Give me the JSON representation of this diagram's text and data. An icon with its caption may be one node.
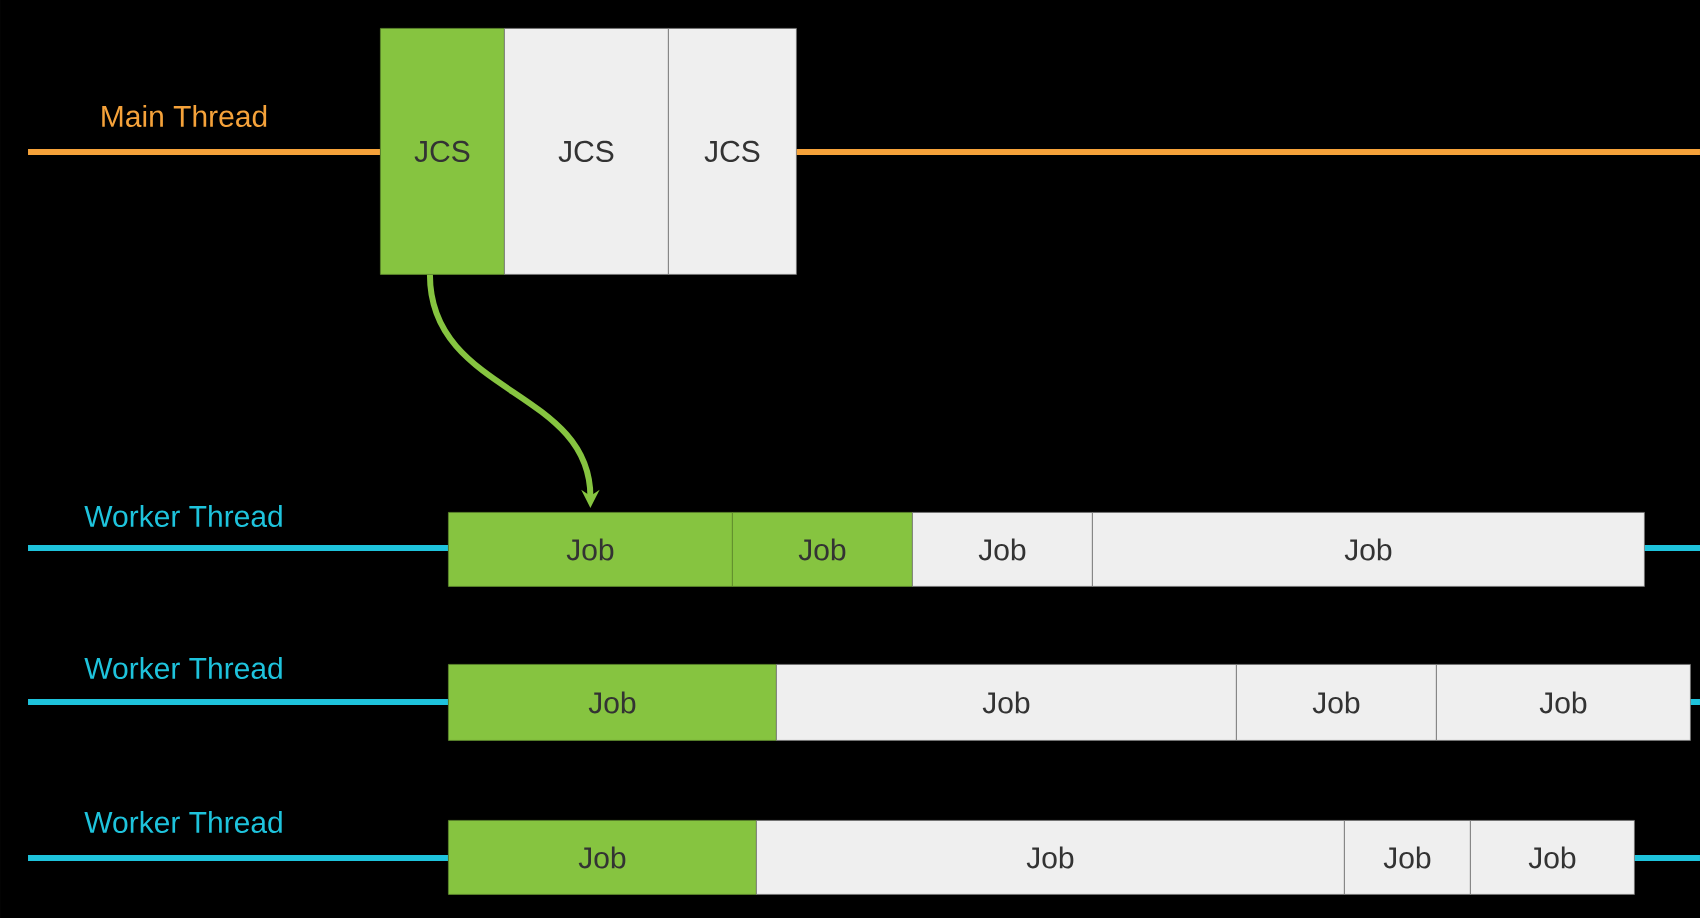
{
  "diagram": {
    "nodes": [
      {
        "text": [
          "JCS"
        ]
      },
      {
        "text": [
          "JCS"
        ]
      },
      {
        "text": [
          "JCS"
        ]
      },
      {
        "text": [
          "Job"
        ]
      },
      {
        "text": [
          "Job"
        ]
      },
      {
        "text": [
          "Job"
        ]
      },
      {
        "text": [
          "Job"
        ]
      },
      {
        "text": [
          "Job"
        ]
      },
      {
        "text": [
          "Job"
        ]
      },
      {
        "text": [
          "Job"
        ]
      },
      {
        "text": [
          "Job"
        ]
      },
      {
        "text": [
          "Job"
        ]
      },
      {
        "text": [
          "Job"
        ]
      },
      {
        "text": [
          "Job"
        ]
      },
      {
        "text": [
          "Job"
        ]
      }
    ],
    "edges": [
      {
        "from": 0,
        "to": 3,
        "arrow": "to"
      }
    ],
    "labels": [
      "Main Thread",
      "Worker Thread",
      "Worker Thread",
      "Worker Thread"
    ]
  }
}
